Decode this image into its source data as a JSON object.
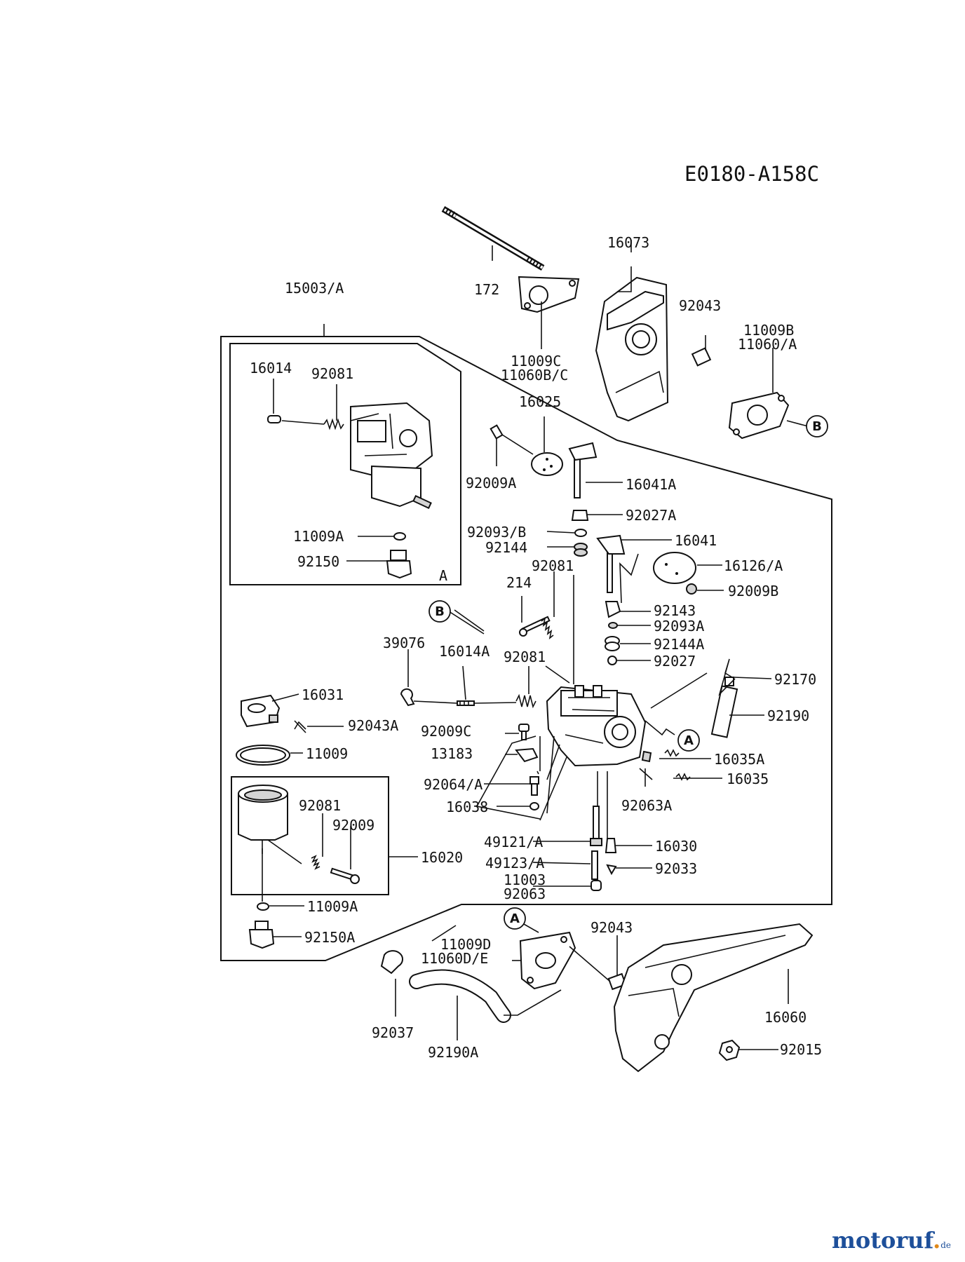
{
  "diagram_code": "E0180-A158C",
  "callouts": [
    "A",
    "B"
  ],
  "labels": {
    "p172": "172",
    "p16073": "16073",
    "p15003A": "15003/A",
    "p92043_top": "92043",
    "p11009B": "11009B",
    "p11060A": "11060/A",
    "p11009C": "11009C",
    "p11060BC": "11060B/C",
    "p16014": "16014",
    "p92081_a": "92081",
    "p16025": "16025",
    "p92009A": "92009A",
    "p16041A": "16041A",
    "p92027A": "92027A",
    "p11009A_a": "11009A",
    "p92093B": "92093/B",
    "p16041": "16041",
    "p92144": "92144",
    "p92150": "92150",
    "p16126A": "16126/A",
    "p92081_b": "92081",
    "p214": "214",
    "p92009B": "92009B",
    "p92143": "92143",
    "p92093A": "92093A",
    "p39076": "39076",
    "p16014A": "16014A",
    "p92081_c": "92081",
    "p92144A": "92144A",
    "p92027": "92027",
    "p92170": "92170",
    "p16031": "16031",
    "p92190": "92190",
    "p92043A": "92043A",
    "p92009C": "92009C",
    "p11009": "11009",
    "p13183": "13183",
    "p16035A": "16035A",
    "p92064A": "92064/A",
    "p16035": "16035",
    "p16038": "16038",
    "p92063A": "92063A",
    "p92081_d": "92081",
    "p92009": "92009",
    "p16020": "16020",
    "p49121A": "49121/A",
    "p16030": "16030",
    "p49123A": "49123/A",
    "p92033": "92033",
    "p11003": "11003",
    "p92063": "92063",
    "p11009A_b": "11009A",
    "p92150A": "92150A",
    "p92043_bot": "92043",
    "p11009D": "11009D",
    "p11060DE": "11060D/E",
    "p16060": "16060",
    "p92037": "92037",
    "p92190A": "92190A",
    "p92015": "92015"
  },
  "watermark": {
    "part1": "motoruf",
    "part2": ".",
    "part3": "de"
  }
}
